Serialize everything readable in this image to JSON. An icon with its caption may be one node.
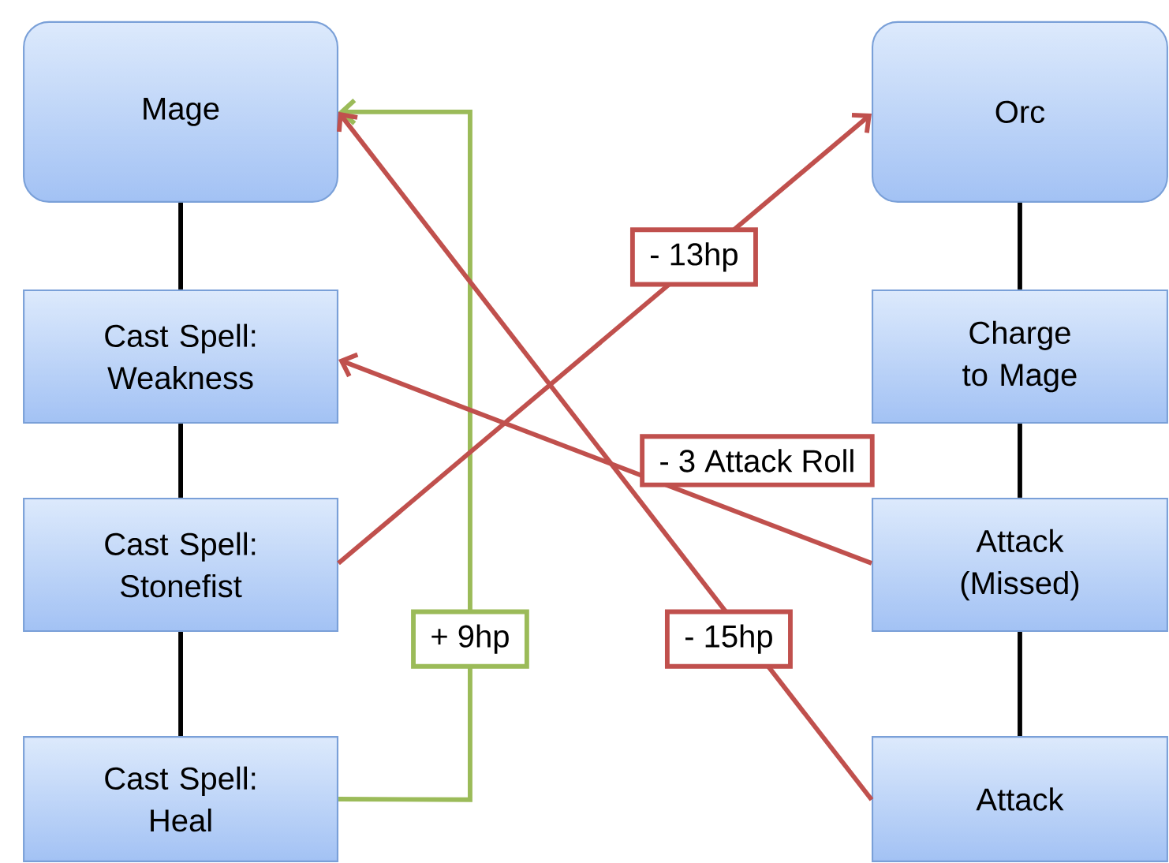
{
  "diagram": {
    "nodes": [
      {
        "text": [
          "Mage"
        ]
      },
      {
        "text": [
          "Cast Spell: Weakness"
        ]
      },
      {
        "text": [
          "Cast Spell: Stonefist"
        ]
      },
      {
        "text": [
          "Cast Spell: Heal"
        ]
      },
      {
        "text": [
          "Orc"
        ]
      },
      {
        "text": [
          "Charge to Mage"
        ]
      },
      {
        "text": [
          "Attack (Missed)"
        ]
      },
      {
        "text": [
          "Attack"
        ]
      }
    ],
    "edges": [
      {
        "from": 0,
        "to": 1,
        "arrow": "none"
      },
      {
        "from": 1,
        "to": 2,
        "arrow": "none"
      },
      {
        "from": 2,
        "to": 3,
        "arrow": "none"
      },
      {
        "from": 4,
        "to": 5,
        "arrow": "none"
      },
      {
        "from": 5,
        "to": 6,
        "arrow": "none"
      },
      {
        "from": 6,
        "to": 7,
        "arrow": "none"
      },
      {
        "from": 3,
        "to": 0,
        "arrow": "to",
        "label": "+ 9hp",
        "color": "#9bbb59"
      },
      {
        "from": 2,
        "to": 4,
        "arrow": "to",
        "label": "- 13hp",
        "color": "#c0504d"
      },
      {
        "from": 6,
        "to": 1,
        "arrow": "to",
        "label": "- 3 Attack Roll",
        "color": "#c0504d"
      },
      {
        "from": 7,
        "to": 0,
        "arrow": "to",
        "label": "- 15hp",
        "color": "#c0504d"
      }
    ]
  }
}
